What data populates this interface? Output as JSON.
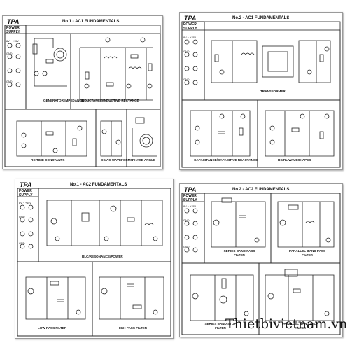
{
  "watermark": "Thietbivietnam.vn",
  "boards": [
    {
      "logo": "TPA",
      "title": "No.1 - AC1 FUNDAMENTALS",
      "power_supply": "POWER SUPPLY",
      "terminals": [
        "8V ~ +15V",
        "GND",
        "",
        "GND"
      ],
      "sections": [
        "GENERATOR IMPEDANCE",
        "INDUCTANCE/INDUCTIVE RECTANCE",
        "RC TIME CONSTANTS",
        "DC/AC WAVEFORMS",
        "PHASE ANGLE"
      ]
    },
    {
      "logo": "TPA",
      "title": "No.2 - AC1 FUNDAMENTALS",
      "power_supply": "POWER SUPPLY",
      "terminals": [
        "8V ~ +15V",
        "GND",
        "",
        "GND"
      ],
      "sections": [
        "TRANSFORMER",
        "CAPACITANCE/CAPACITIVE REACTANCE",
        "RC/RL WAVESHAPES"
      ]
    },
    {
      "logo": "TPA",
      "title": "No.1 - AC2 FUNDAMENTALS",
      "power_supply": "POWER SUPPLY",
      "terminals": [
        "8V ~ +15V",
        "GND",
        "",
        "GND"
      ],
      "sections": [
        "RLC/RESONANCE/POWER",
        "LOW PASS FILTER",
        "HIGH PASS FILTER"
      ]
    },
    {
      "logo": "TPA",
      "title": "No.2 - AC2 FUNDAMENTALS",
      "power_supply": "POWER SUPPLY",
      "terminals": [
        "8V ~ +15V",
        "GND",
        "",
        "GND"
      ],
      "sections": [
        "SERIES BAND PASS FILTER",
        "PARALLEL BAND PASS FILTER",
        "SERIES BAND STOP FILTER",
        "PARALLEL BAND STOP FILTER"
      ]
    }
  ]
}
